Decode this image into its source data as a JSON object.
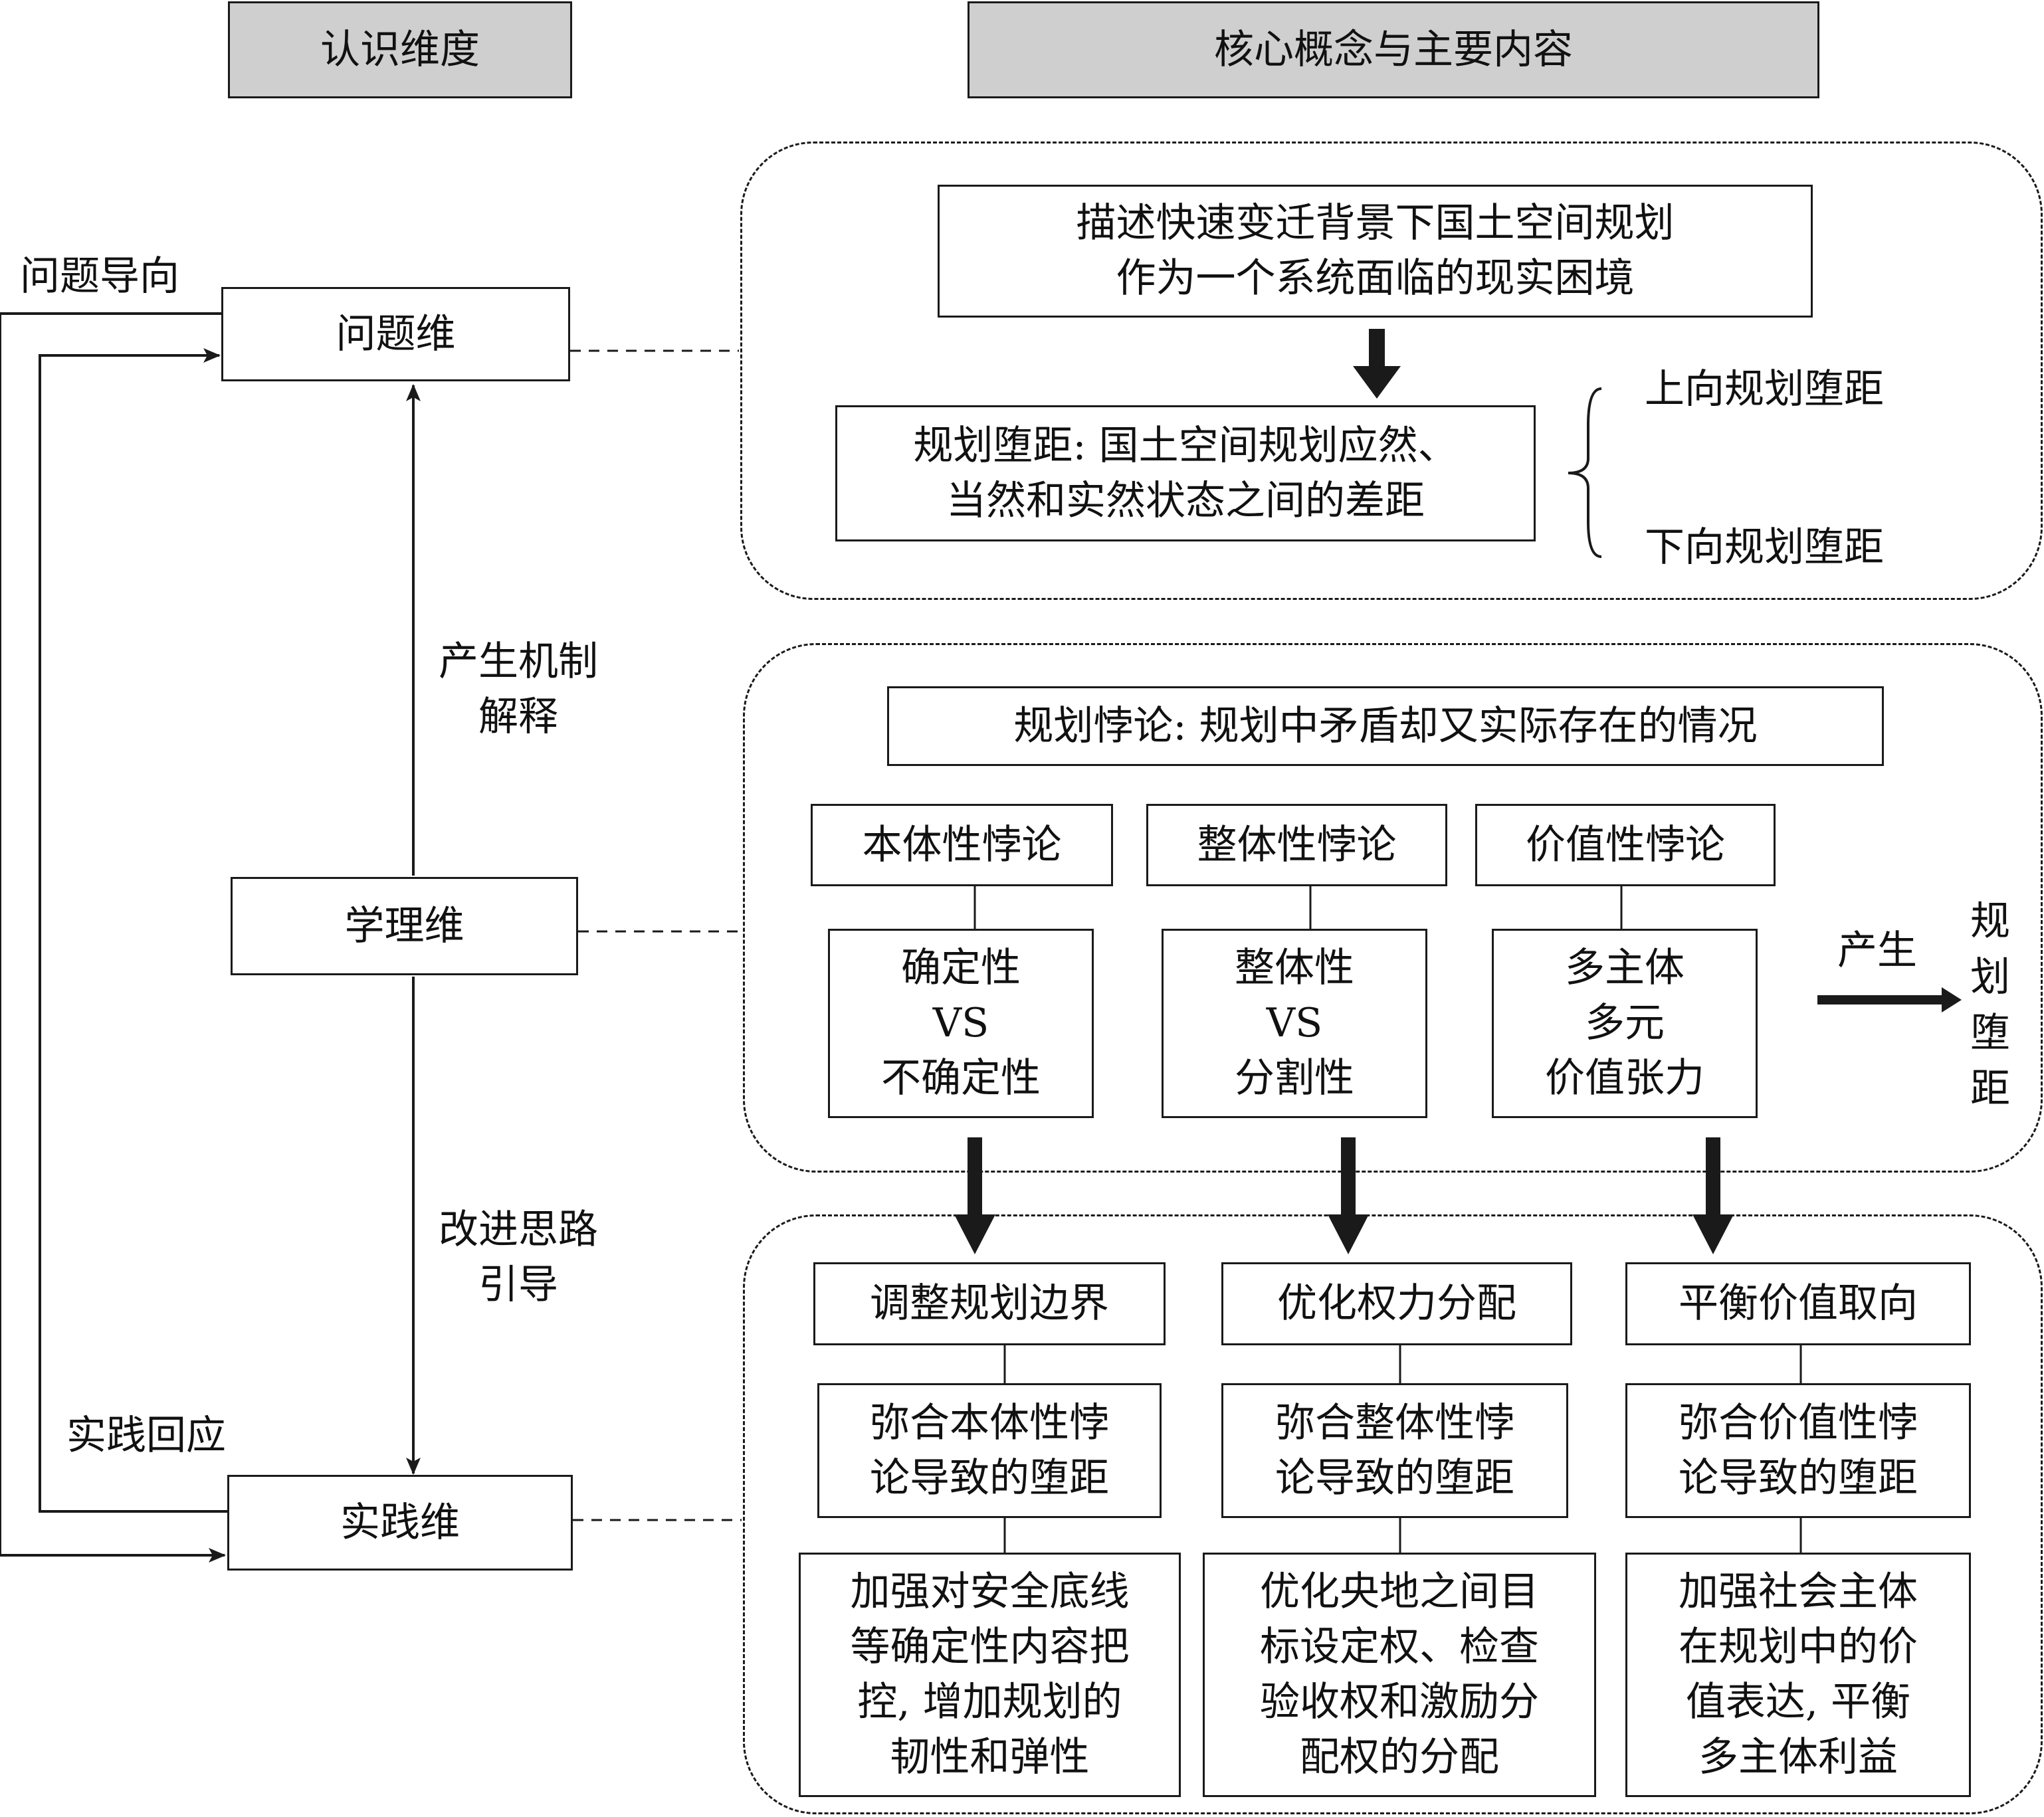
{
  "headers": {
    "left": "认识维度",
    "right": "核心概念与主要内容"
  },
  "dimensions": {
    "problem": "问题维",
    "theory": "学理维",
    "practice": "实践维"
  },
  "side_labels": {
    "problem_oriented": "问题导向",
    "practice_response": "实践回应",
    "mechanism": "产生机制\n解释",
    "improvement": "改进思路\n引导"
  },
  "problem_section": {
    "description": "描述快速变迁背景下国土空间规划\n作为一个系统面临的现实困境",
    "gap_definition": "规划堕距: 国土空间规划应然、\n当然和实然状态之间的差距",
    "upward_gap": "上向规划堕距",
    "downward_gap": "下向规划堕距"
  },
  "theory_section": {
    "paradox_definition": "规划悖论: 规划中矛盾却又实际存在的情况",
    "paradoxes": [
      {
        "name": "本体性悖论",
        "content": "确定性\nVS\n不确定性"
      },
      {
        "name": "整体性悖论",
        "content": "整体性\nVS\n分割性"
      },
      {
        "name": "价值性悖论",
        "content": "多主体\n多元\n价值张力"
      }
    ],
    "produce_label": "产生",
    "produce_target": "规划堕距"
  },
  "practice_section": {
    "strategies": [
      {
        "name": "调整规划边界",
        "goal": "弥合本体性悖\n论导致的堕距",
        "measure": "加强对安全底线\n等确定性内容把\n控, 增加规划的\n韧性和弹性"
      },
      {
        "name": "优化权力分配",
        "goal": "弥合整体性悖\n论导致的堕距",
        "measure": "优化央地之间目\n标设定权、检查\n验收权和激励分\n配权的分配"
      },
      {
        "name": "平衡价值取向",
        "goal": "弥合价值性悖\n论导致的堕距",
        "measure": "加强社会主体\n在规划中的价\n值表达, 平衡\n多主体利益"
      }
    ]
  }
}
